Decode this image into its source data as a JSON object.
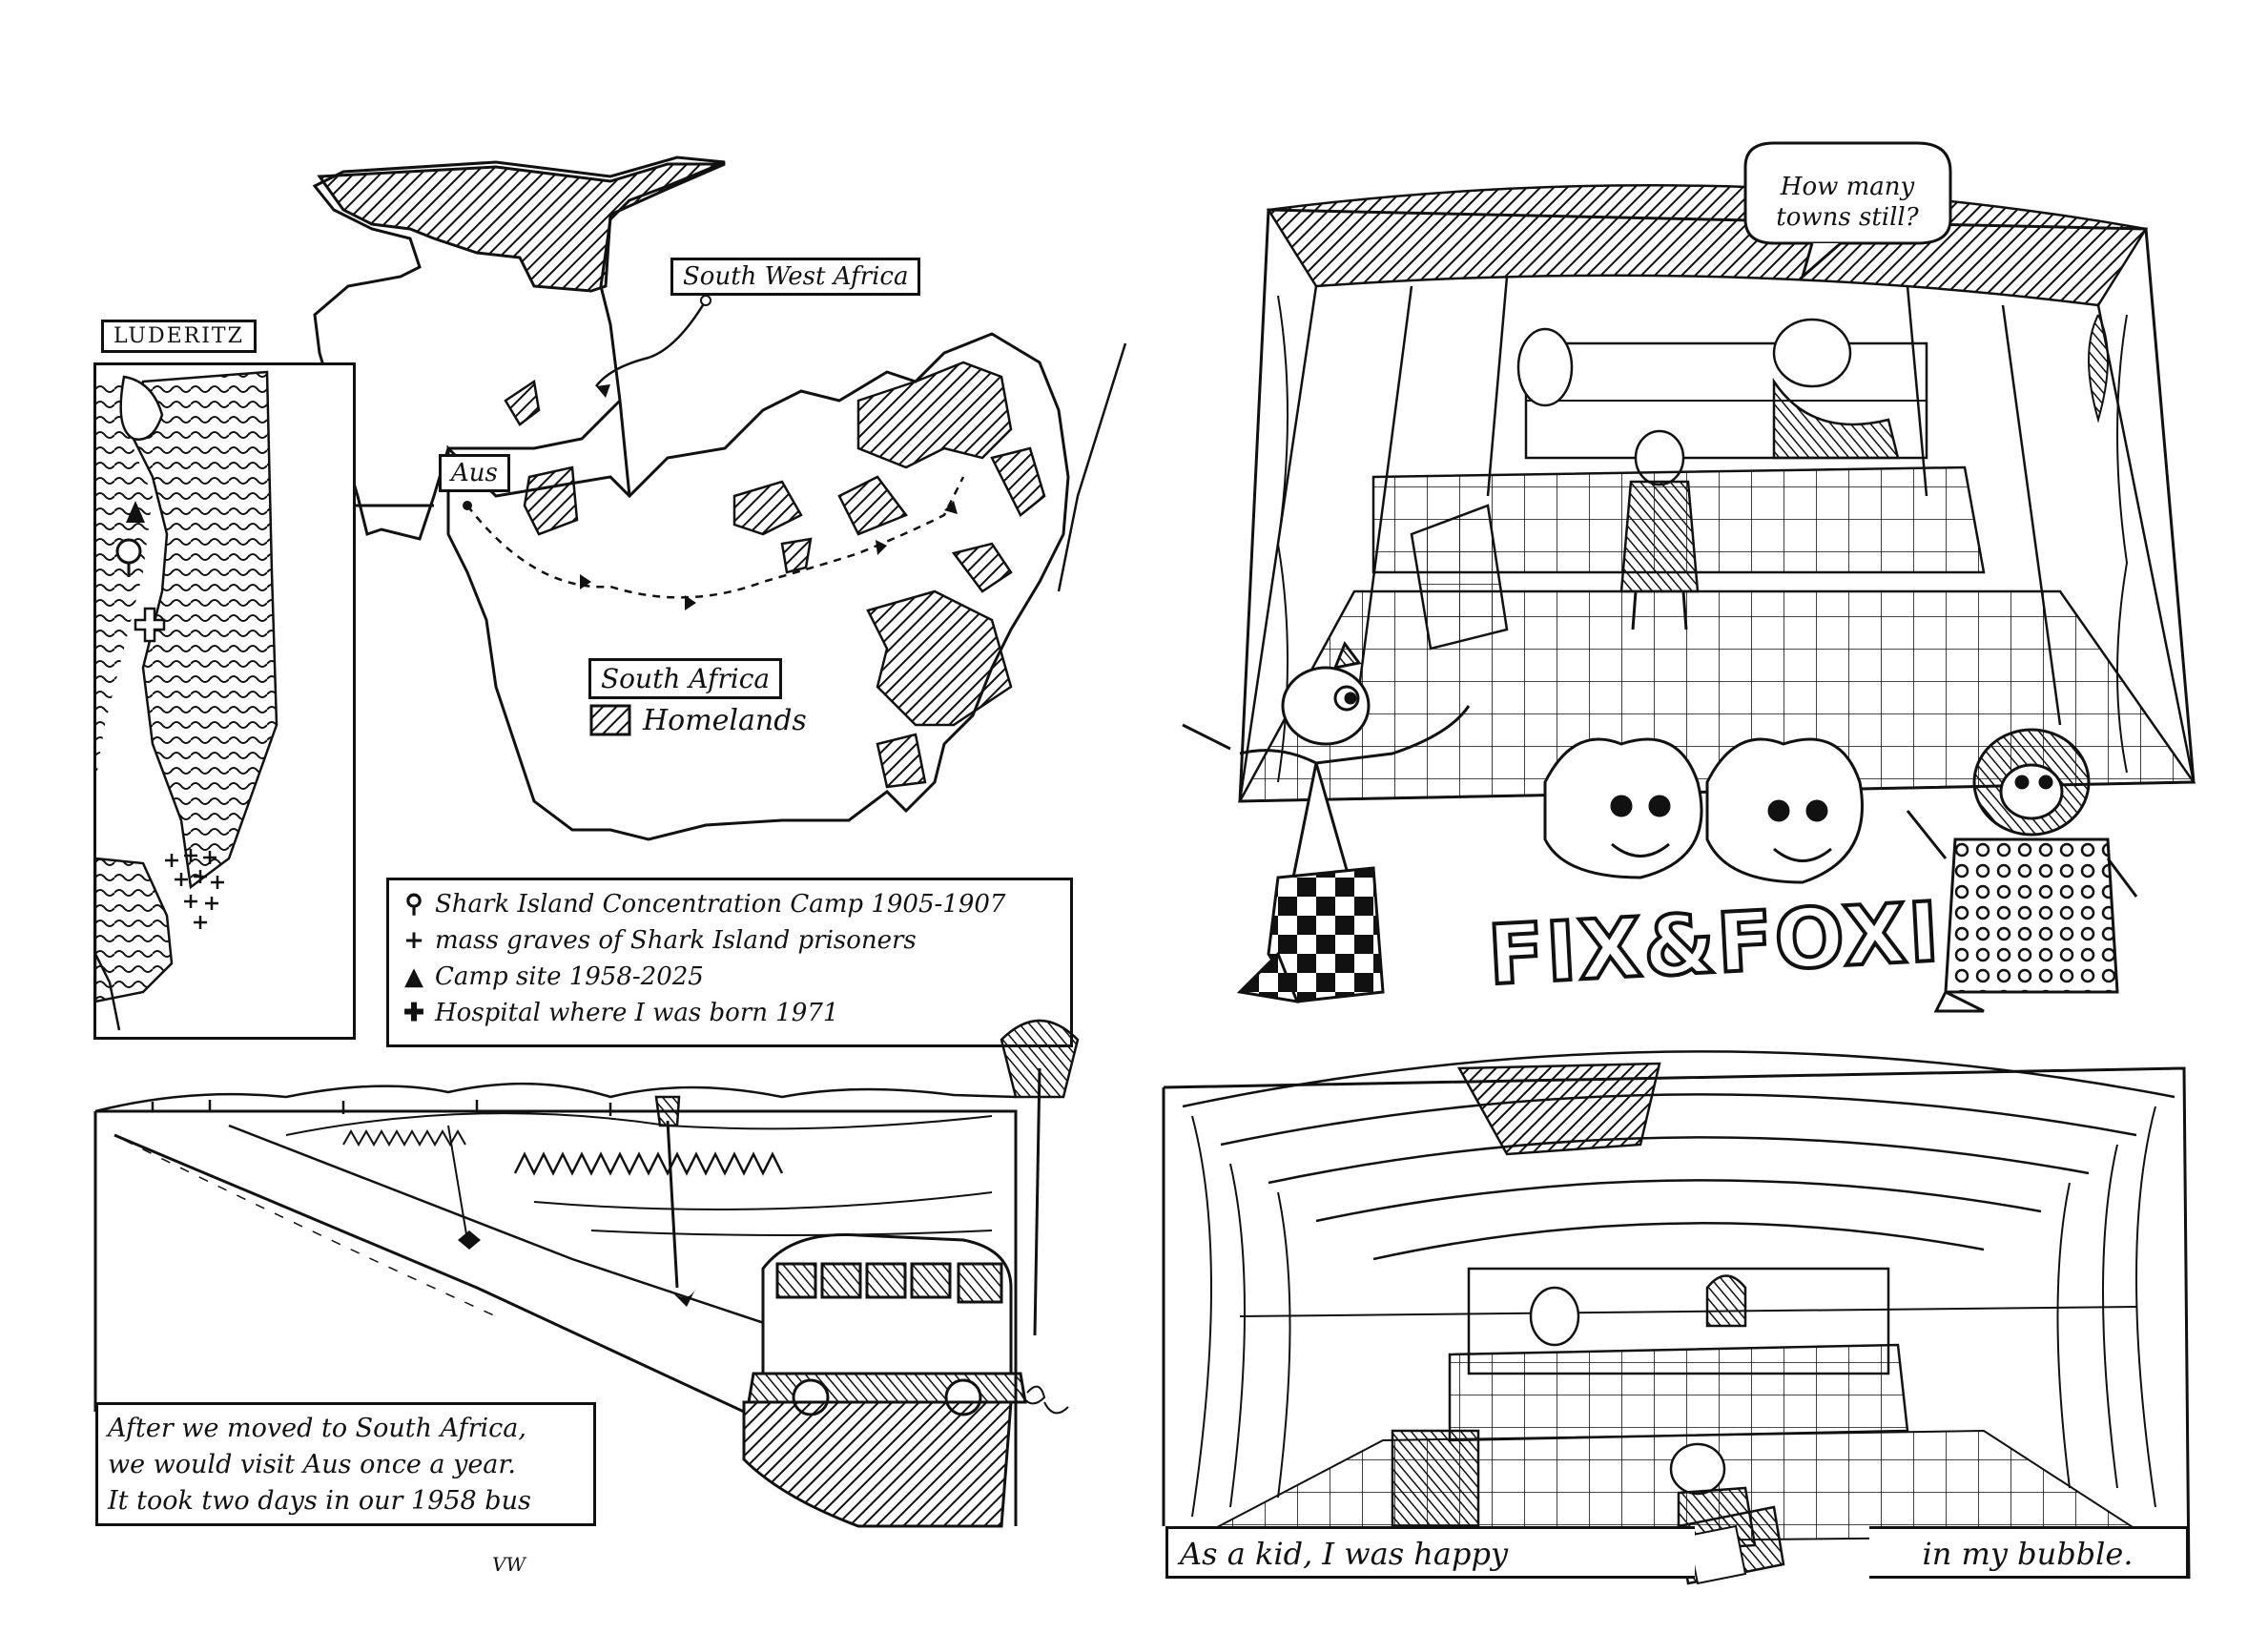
{
  "map": {
    "sw_africa_label": "South West Africa",
    "aus_label": "Aus",
    "south_africa_label": "South Africa",
    "homelands_label": "Homelands"
  },
  "luderitz": {
    "title": "LUDERITZ"
  },
  "legend": {
    "items": [
      {
        "symbol": "⚲",
        "text": "Shark Island Concentration Camp 1905-1907"
      },
      {
        "symbol": "+",
        "text": "mass graves of Shark Island prisoners"
      },
      {
        "symbol": "▲",
        "text": "Camp site 1958-2025"
      },
      {
        "symbol": "✚",
        "text": "Hospital where I was born 1971"
      }
    ]
  },
  "bus_scene": {
    "caption_lines": [
      "After we moved to South Africa,",
      "we would visit Aus once a year.",
      "It took two days in our 1958 bus"
    ],
    "initials": "VW"
  },
  "interior_top": {
    "speech": "How many towns still?"
  },
  "comic": {
    "logo": "FIX&FOXI"
  },
  "interior_bottom": {
    "caption_left": "As a kid, I was happy",
    "caption_right": "in my bubble."
  }
}
